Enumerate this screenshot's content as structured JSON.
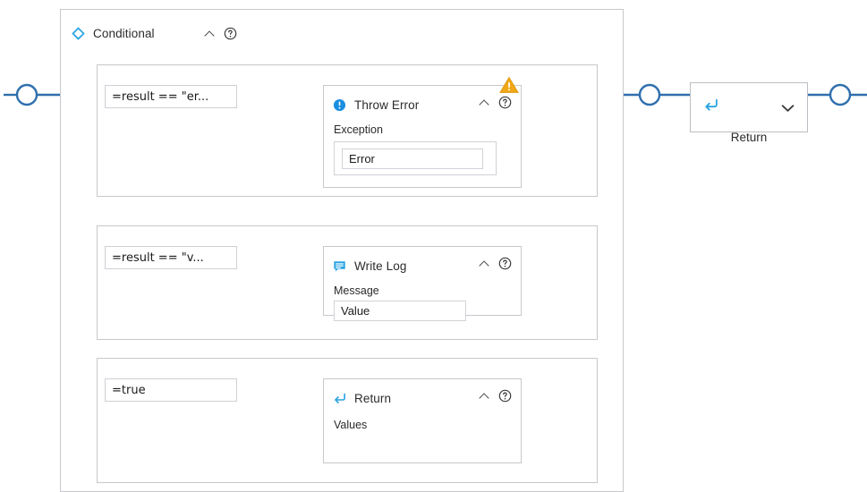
{
  "diagram": {
    "type": "workflow-designer",
    "title": "Conditional"
  },
  "outer": {
    "title": "Conditional",
    "icon": "diamond-icon",
    "collapse_icon": "chevron-up-icon",
    "help_icon": "help-circle-icon"
  },
  "branches": [
    {
      "condition": "=result == \"er...",
      "node": {
        "title": "Throw Error",
        "icon": "error-info-icon",
        "field_label": "Exception",
        "field_value": "Error",
        "has_warning": true,
        "warning_icon": "warning-triangle-icon",
        "collapse_icon": "chevron-up-icon",
        "help_icon": "help-circle-icon"
      }
    },
    {
      "condition": "=result == \"v...",
      "node": {
        "title": "Write Log",
        "icon": "log-message-icon",
        "field_label": "Message",
        "field_value": "Value",
        "has_warning": false,
        "collapse_icon": "chevron-up-icon",
        "help_icon": "help-circle-icon"
      }
    },
    {
      "condition": "=true",
      "node": {
        "title": "Return",
        "icon": "return-arrow-icon",
        "field_label": "Values",
        "field_value": "",
        "has_warning": false,
        "collapse_icon": "chevron-up-icon",
        "help_icon": "help-circle-icon"
      }
    }
  ],
  "return_node": {
    "label": "Return",
    "icon": "return-arrow-icon",
    "expand_icon": "chevron-down-icon"
  },
  "colors": {
    "wire": "#2f6fad",
    "node_border": "#c8c8cd",
    "accent_blue": "#1b9ae0",
    "warning_amber": "#f0a818",
    "info_blue": "#1a8fe0",
    "text": "#262626"
  }
}
